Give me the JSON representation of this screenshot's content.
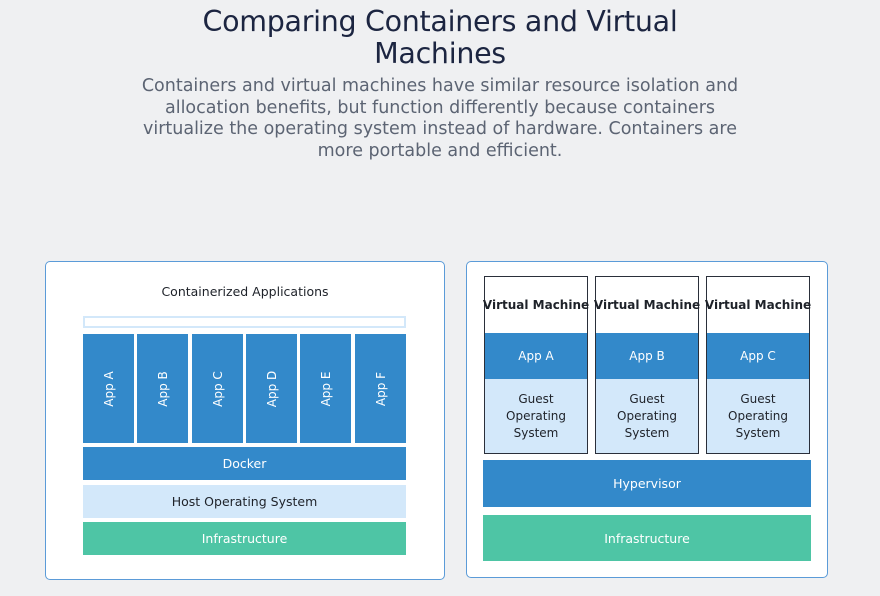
{
  "header": {
    "title_lines": [
      "Comparing Containers and Virtual",
      "Machines"
    ],
    "subtitle": "Containers and virtual machines have similar resource isolation and allocation benefits, but function differently because containers virtualize the operating system instead of hardware. Containers are more portable and efficient."
  },
  "containers": {
    "heading": "Containerized Applications",
    "apps": [
      "App A",
      "App B",
      "App C",
      "App D",
      "App E",
      "App F"
    ],
    "docker": "Docker",
    "host_os": "Host Operating System",
    "infrastructure": "Infrastructure"
  },
  "vms": {
    "machines": [
      {
        "title": "Virtual Machine",
        "app": "App A",
        "os_lines": [
          "Guest",
          "Operating",
          "System"
        ]
      },
      {
        "title": "Virtual Machine",
        "app": "App B",
        "os_lines": [
          "Guest",
          "Operating",
          "System"
        ]
      },
      {
        "title": "Virtual Machine",
        "app": "App C",
        "os_lines": [
          "Guest",
          "Operating",
          "System"
        ]
      }
    ],
    "hypervisor": "Hypervisor",
    "infrastructure": "Infrastructure"
  },
  "colors": {
    "app_blue": "#3389ca",
    "light_blue": "#d3e8fa",
    "infrastructure_green": "#4ec5a5",
    "panel_border": "#5b9bd8",
    "title_navy": "#1c2541"
  }
}
